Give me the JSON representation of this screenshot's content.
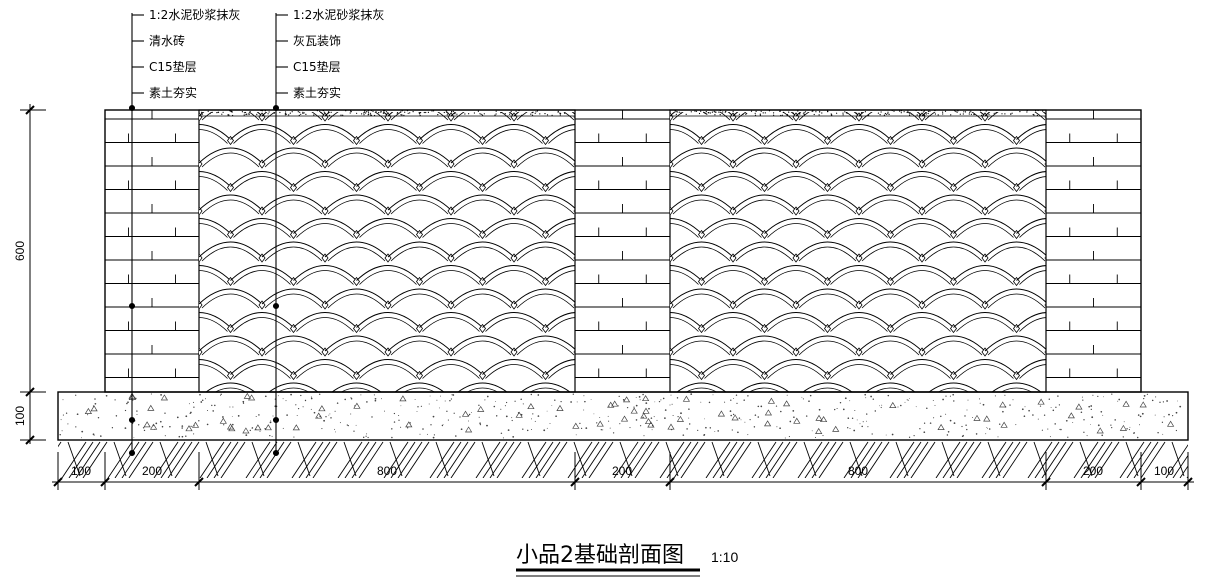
{
  "leaders": {
    "left": [
      "1:2水泥砂浆抹灰",
      "清水砖",
      "C15垫层",
      "素土夯实"
    ],
    "right": [
      "1:2水泥砂浆抹灰",
      "灰瓦装饰",
      "C15垫层",
      "素土夯实"
    ]
  },
  "dims_vertical": [
    "600",
    "100"
  ],
  "dims_horizontal": [
    "100",
    "200",
    "800",
    "200",
    "800",
    "200",
    "100"
  ],
  "title": {
    "text": "小品2基础剖面图",
    "scale": "1:10"
  }
}
